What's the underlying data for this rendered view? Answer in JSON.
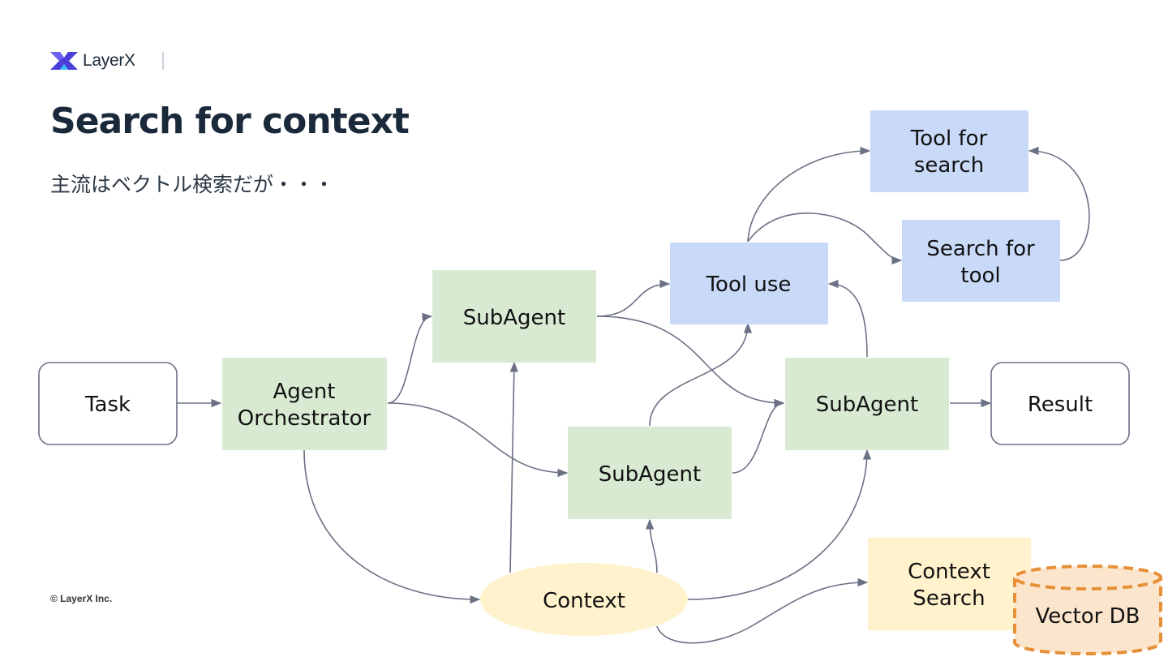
{
  "brand": {
    "name": "LayerX"
  },
  "title": "Search for context",
  "subtitle": "主流はベクトル検索だが・・・",
  "copyright": "© LayerX Inc.",
  "colors": {
    "agent_fill": "#d9ead3",
    "tool_fill": "#c9daf8",
    "context_fill": "#fff2cc",
    "db_fill": "#fce5cd",
    "db_stroke": "#e69138",
    "edge": "#6b7185",
    "title_text": "#1b2a3a"
  },
  "diagram": {
    "nodes": {
      "task": {
        "label": [
          "Task"
        ]
      },
      "orchestrator": {
        "label": [
          "Agent",
          "Orchestrator"
        ]
      },
      "subagent_top": {
        "label": [
          "SubAgent"
        ]
      },
      "subagent_mid": {
        "label": [
          "SubAgent"
        ]
      },
      "subagent_right": {
        "label": [
          "SubAgent"
        ]
      },
      "tool_use": {
        "label": [
          "Tool use"
        ]
      },
      "tool_for_search": {
        "label": [
          "Tool for",
          "search"
        ]
      },
      "search_for_tool": {
        "label": [
          "Search for",
          "tool"
        ]
      },
      "result": {
        "label": [
          "Result"
        ]
      },
      "context": {
        "label": [
          "Context"
        ]
      },
      "context_search": {
        "label": [
          "Context",
          "Search"
        ]
      },
      "vector_db": {
        "label": [
          "Vector DB"
        ]
      }
    }
  }
}
